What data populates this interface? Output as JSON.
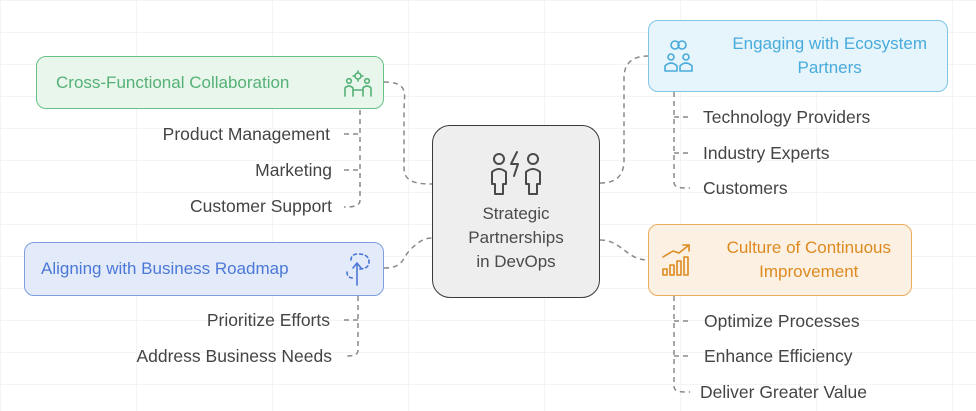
{
  "center": {
    "title_lines": [
      "Strategic",
      "Partnerships",
      "in DevOps"
    ],
    "icon": "two-people-collaboration-icon"
  },
  "branches": {
    "cross_functional": {
      "label": "Cross-Functional Collaboration",
      "icon": "team-gears-icon",
      "color": "#55b176",
      "items": [
        "Product Management",
        "Marketing",
        "Customer Support"
      ]
    },
    "aligning": {
      "label": "Aligning with Business Roadmap",
      "icon": "roadmap-arrow-icon",
      "color": "#4b78d6",
      "items": [
        "Prioritize Efforts",
        "Address Business Needs"
      ]
    },
    "ecosystem": {
      "label_lines": [
        "Engaging with Ecosystem",
        "Partners"
      ],
      "icon": "partners-ring-icon",
      "color": "#48abdc",
      "items": [
        "Technology Providers",
        "Industry Experts",
        "Customers"
      ]
    },
    "culture": {
      "label_lines": [
        "Culture of Continuous",
        "Improvement"
      ],
      "icon": "growth-chart-icon",
      "color": "#dd8a21",
      "items": [
        "Optimize Processes",
        "Enhance Efficiency",
        "Deliver Greater Value"
      ]
    }
  }
}
